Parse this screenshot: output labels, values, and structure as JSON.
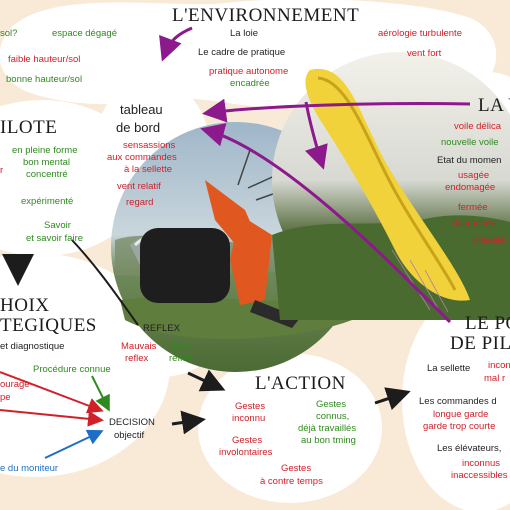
{
  "colors": {
    "background": "#f9ead7",
    "bubble": "#ffffff",
    "green": "#2e8a1e",
    "red": "#d1202a",
    "purple": "#8c1a8c",
    "blue": "#1d6ec4",
    "black": "#1c1c1c"
  },
  "environnement": {
    "title": "L'ENVIRONNEMENT",
    "left_fragment": "sol?",
    "espace": "espace dégagé",
    "faible": "faible hauteur/sol",
    "bonne": "bonne hauteur/sol",
    "loie": "La loie",
    "cadre": "Le cadre de pratique",
    "autonome": "pratique autonome",
    "encadree": "encadrée",
    "aerologie": "aérologie turbulente",
    "vent_fort": "vent fort"
  },
  "pilote": {
    "title": "ILOTE",
    "forme": "en pleine forme",
    "mental": "bon mental",
    "concentre": "concentré",
    "r_fragment": "r",
    "experimente": "expérimenté",
    "savoir": "Savoir",
    "savoir_faire": "et savoir faire"
  },
  "tableau": {
    "title1": "tableau",
    "title2": "de bord",
    "s1": "sensassions",
    "s2": "aux commandes",
    "s3": "à la sellette",
    "vent": "vent relatif",
    "regard": "regard"
  },
  "voile": {
    "title": "LA V",
    "delicate": "voile délica",
    "nouvelle": "nouvelle voile",
    "etat": "Etat du momen",
    "usagee": "usagée",
    "endommagee": "endomagée",
    "fermee": "fermée",
    "decrochee": "décrochée",
    "cravate": "cravaté"
  },
  "choix": {
    "title1": "HOIX",
    "title2": "TEGIQUES",
    "diag": "et diagnostique",
    "procedure": "Procédure connue",
    "ourage": "ourage",
    "pe": "pe",
    "moniteur": "e du moniteur",
    "decision1": "DECISION",
    "decision2": "objectif"
  },
  "reflex": {
    "title": "REFLEX",
    "mauvais1": "Mauvais",
    "mauvais2": "reflex",
    "bon1": "Bon",
    "bon2": "reflex"
  },
  "action": {
    "title": "L'ACTION",
    "g1a": "Gestes",
    "g1b": "inconnu",
    "g2a": "Gestes",
    "g2b": "connus,",
    "g2c": "déjà travaillés",
    "g2d": "au bon tming",
    "g3a": "Gestes",
    "g3b": "involontaires",
    "g4a": "Gestes",
    "g4b": "à contre temps"
  },
  "postes": {
    "title1": "LE PO",
    "title2": "DE PILO",
    "sellette": "La sellette",
    "incon1": "incon",
    "malr": "mal r",
    "commandes": "Les commandes d",
    "longue": "longue garde",
    "courte": "garde trop courte",
    "elevateurs": "Les élévateurs,",
    "inconnus": "inconnus",
    "inaccessibles": "inaccessibles"
  }
}
